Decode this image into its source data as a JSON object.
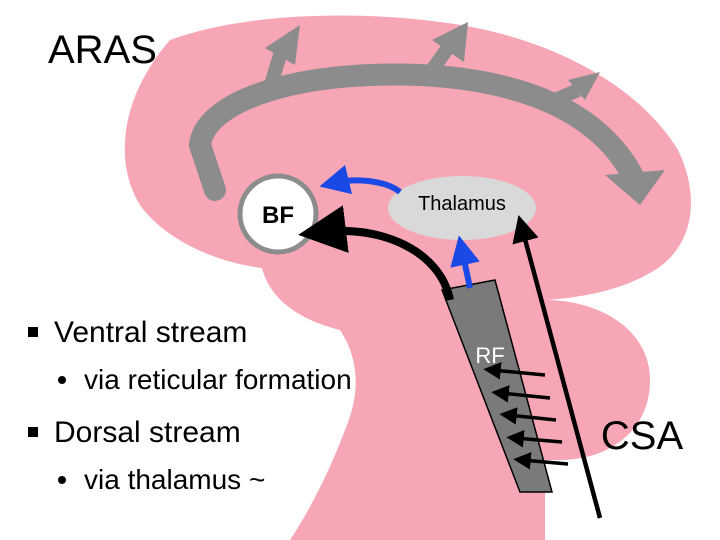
{
  "slide": {
    "title": "ARAS",
    "labels": {
      "basal_forebrain": "BF",
      "thalamus": "Thalamus",
      "reticular_formation": "RF",
      "csa": "CSA"
    },
    "bullets": [
      {
        "text": "Ventral stream",
        "sub": "via reticular formation"
      },
      {
        "text": "Dorsal stream",
        "sub": "via thalamus ~"
      }
    ]
  },
  "colors": {
    "brain": "#f7a6b6",
    "pathway_gray": "#8c8c8c",
    "thalamus_fill": "#d9d9d9",
    "ventral_arrow": "#000000",
    "dorsal_arrow": "#1a49e6",
    "rf_fill": "#7a7a7a"
  }
}
